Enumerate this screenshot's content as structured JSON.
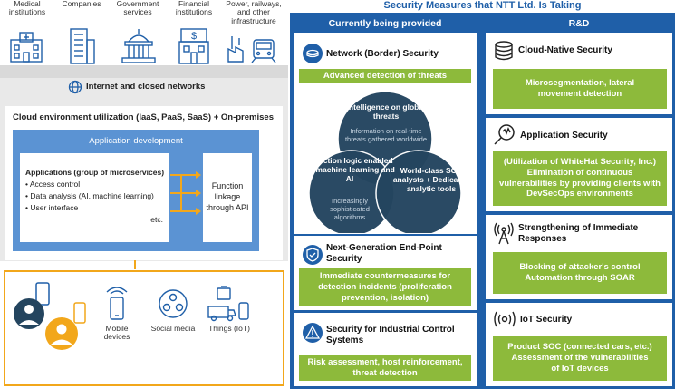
{
  "left": {
    "entities": [
      {
        "label": "Medical institutions",
        "icon": "hospital-icon"
      },
      {
        "label": "Companies",
        "icon": "office-building-icon"
      },
      {
        "label": "Government services",
        "icon": "government-building-icon"
      },
      {
        "label": "Financial institutions",
        "icon": "bank-icon"
      },
      {
        "label": "Power, railways, and other infrastructure",
        "icon": "infrastructure-icon"
      }
    ],
    "networks_label": "Internet and closed networks",
    "cloud_label": "Cloud environment utilization (IaaS, PaaS, SaaS) + On-premises",
    "app_dev_label": "Application development",
    "apps_title": "Applications (group of microservices)",
    "apps_items": [
      "Access control",
      "Data analysis (AI, machine learning)",
      "User interface"
    ],
    "apps_etc": "etc.",
    "api_label": "Function linkage through API",
    "devices": [
      {
        "label": "Mobile devices",
        "icon": "mobile-device-icon"
      },
      {
        "label": "Social media",
        "icon": "social-media-icon"
      },
      {
        "label": "Things (IoT)",
        "icon": "iot-things-icon"
      }
    ]
  },
  "right": {
    "title": "Security Measures that NTT Ltd. Is Taking",
    "col_current": "Currently being provided",
    "col_rd": "R&D",
    "network_title": "Network (Border) Security",
    "network_bar": "Advanced detection of threats",
    "venn": {
      "top_title": "Intelligence on global threats",
      "top_sub": "Information on real-time threats gathered worldwide",
      "left_title": "Detection logic enabled by machine learning and AI",
      "left_sub": "Increasingly sophisticated algorithms",
      "right_title": "World-class SOC analysts + Dedicated analytic tools"
    },
    "endpoint_title": "Next-Generation End-Point Security",
    "endpoint_bar": "Immediate countermeasures for detection incidents (proliferation prevention, isolation)",
    "industrial_title": "Security for Industrial Control Systems",
    "industrial_bar": "Risk assessment, host reinforcement, threat detection",
    "cloud_native_title": "Cloud-Native Security",
    "cloud_native_bar": "Microsegmentation, lateral movement detection",
    "app_sec_title": "Application Security",
    "app_sec_bar": "(Utilization of WhiteHat Security, Inc.) Elimination of continuous vulnerabilities by providing clients with DevSecOps environments",
    "immediate_title": "Strengthening of Immediate Responses",
    "immediate_bar": "Blocking of attacker's control Automation through SOAR",
    "iot_title": "IoT Security",
    "iot_bar": "Product SOC (connected cars, etc.) Assessment of the vulnerabilities of IoT devices"
  },
  "colors": {
    "primary_blue": "#1f5fa8",
    "light_blue": "#5b93d3",
    "green": "#8dba3b",
    "orange": "#f2a71b",
    "venn_dark": "#24455f",
    "grey_panel": "#e9e9e9"
  }
}
